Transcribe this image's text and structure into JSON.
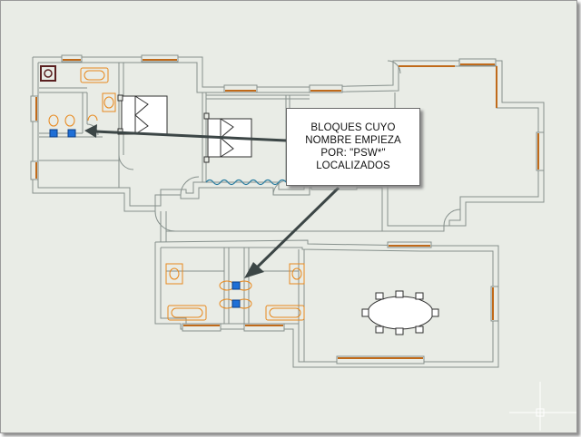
{
  "callout": {
    "lines": [
      "BLOQUES CUYO",
      "NOMBRE EMPIEZA",
      "POR: \"PSW*\"",
      "LOCALIZADOS"
    ]
  },
  "colors": {
    "background": "#e9ece6",
    "wall": "#7f8a86",
    "fixture": "#e8891e",
    "window": "#c06a1a",
    "found_block": "#1f6fd6",
    "arrow": "#3c4646"
  },
  "icons": {
    "ucs": "crosshair-ucs-icon"
  }
}
